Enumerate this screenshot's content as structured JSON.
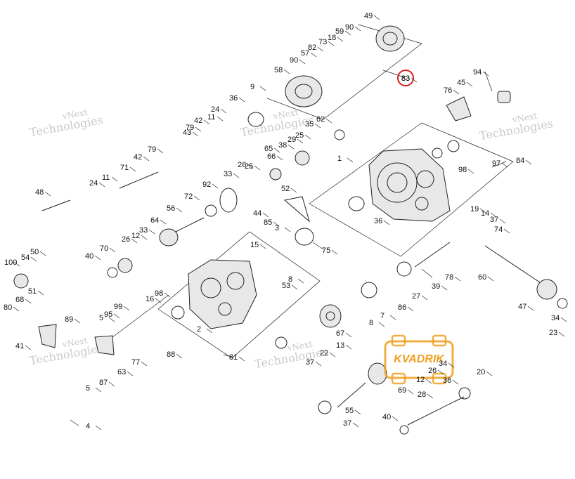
{
  "watermarks": [
    {
      "line1": "vNext",
      "line2": "Technologies"
    },
    {
      "line1": "vNext",
      "line2": "Technologies"
    },
    {
      "line1": "vNext",
      "line2": "Technologies"
    },
    {
      "line1": "vNext",
      "line2": "Technologies"
    },
    {
      "line1": "vNext",
      "line2": "Technologies"
    }
  ],
  "logo": {
    "text": "KVADRIK",
    "color": "#f0a020"
  },
  "highlight": {
    "label": "83",
    "color": "#d62020"
  },
  "callouts": [
    "49",
    "90",
    "59",
    "18",
    "82",
    "73",
    "57",
    "90",
    "58",
    "83",
    "94",
    "45",
    "76",
    "9",
    "36",
    "24",
    "11",
    "42",
    "79",
    "43",
    "62",
    "35",
    "25",
    "38",
    "29",
    "66",
    "65",
    "25",
    "26",
    "33",
    "1",
    "98",
    "97",
    "84",
    "11",
    "24",
    "71",
    "42",
    "79",
    "48",
    "92",
    "72",
    "52",
    "56",
    "44",
    "85",
    "3",
    "64",
    "33",
    "12",
    "26",
    "36",
    "19",
    "14",
    "37",
    "74",
    "70",
    "40",
    "54",
    "50",
    "100",
    "15",
    "75",
    "60",
    "53",
    "8",
    "78",
    "39",
    "27",
    "86",
    "7",
    "8",
    "98",
    "16",
    "51",
    "68",
    "95",
    "5",
    "99",
    "2",
    "80",
    "89",
    "41",
    "88",
    "63",
    "77",
    "47",
    "34",
    "23",
    "81",
    "67",
    "13",
    "22",
    "37",
    "34",
    "26",
    "12",
    "69",
    "36",
    "20",
    "87",
    "5",
    "55",
    "28",
    "40",
    "37",
    "4"
  ]
}
